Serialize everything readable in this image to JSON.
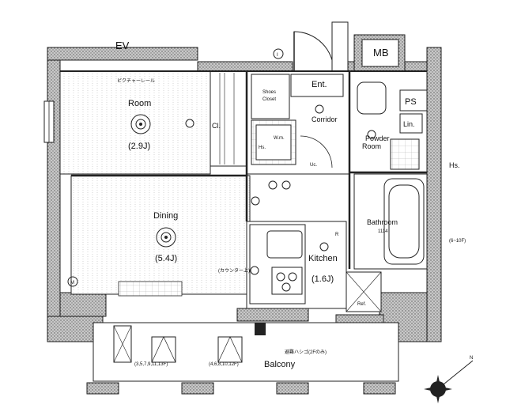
{
  "labels": {
    "ev": "EV",
    "mb": "MB",
    "ps": "PS",
    "lin": "Lin.",
    "picture_rail": "ピクチャーレール",
    "room": "Room",
    "room_size": "(2.9J)",
    "cl": "Cl.",
    "shoes_closet_1": "Shoes",
    "shoes_closet_2": "Closet",
    "ent": "Ent.",
    "corridor": "Corridor",
    "wm": "W.m.",
    "hs_inner": "Hs.",
    "uc": "Uc.",
    "powder_room_1": "Powder",
    "powder_room_2": "Room",
    "hs_right": "Hs.",
    "dining": "Dining",
    "dining_size": "(5.4J)",
    "bathroom": "Bathroom",
    "bath_size": "1114",
    "floors_right": "(6~10F)",
    "kitchen": "Kitchen",
    "kitchen_size": "(1.6J)",
    "counter": "(カウンター上)",
    "ref": "Ref.",
    "r_mark": "R",
    "escape_ladder": "避難ハシゴ(2Fのみ)",
    "floors_left": "(3,5,7,9,11,13F)",
    "floors_mid": "(4,6,8,10,12F)",
    "balcony": "Balcony",
    "m_mark": "M",
    "i_mark": "I",
    "north": "N"
  }
}
